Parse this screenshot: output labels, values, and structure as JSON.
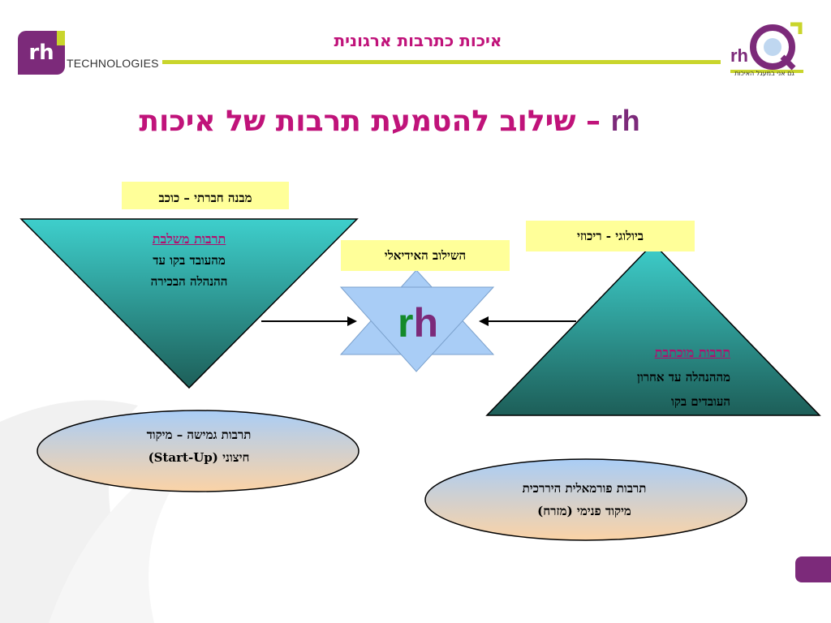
{
  "header": {
    "title": "איכות כתרבות ארגונית",
    "logo_left_text": "rh",
    "logo_left_tech": "TECHNOLOGIES",
    "logo_right_text": "rh",
    "logo_right_tagline": "גם אני במעגל האיכות"
  },
  "title": {
    "brand": "rh",
    "rest": "– שילוב להטמעת תרבות של איכות"
  },
  "left": {
    "label": "מבנה חברתי – כוכב",
    "heading": "תרבות משלבת",
    "line1": "מהעובד בקו עד",
    "line2": "ההנהלה הבכירה",
    "ellipse_line1": "תרבות גמישה – מיקוד",
    "ellipse_line2": "חיצוני (Start-Up)"
  },
  "center": {
    "label": "השילוב האידיאלי",
    "star_r": "r",
    "star_h": "h"
  },
  "right": {
    "label": "ביולוגי - ריכוזי",
    "heading": "תרבות מוכתבת",
    "line1": "מההנהלה עד אחרון",
    "line2": "העובדים בקו",
    "ellipse_line1": "תרבות פורמאלית היררכית",
    "ellipse_line2": "מיקוד פנימי (מזרח)"
  },
  "colors": {
    "accent": "#c0137a",
    "brand_purple": "#7c2a7a",
    "bar_green": "#c9d52c",
    "teal_light": "#3ecfcc",
    "teal_dark": "#1d5e58",
    "star_blue": "#a9cdf6",
    "label_yellow": "#ffff99"
  }
}
